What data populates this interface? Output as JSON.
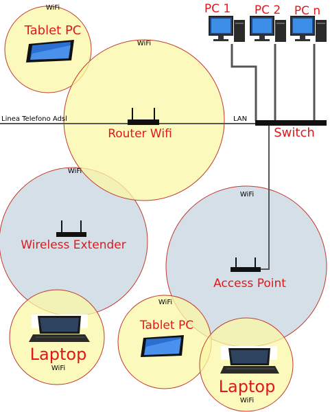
{
  "labels": {
    "router": "Router Wifi",
    "switch": "Switch",
    "pc1": "PC 1",
    "pc2": "PC 2",
    "pcn": "PC n",
    "line": "Linea Telefono Adsl",
    "lan": "LAN",
    "extender": "Wireless Extender",
    "access_point": "Access Point",
    "tablet1": "Tablet PC",
    "tablet2": "Tablet PC",
    "laptop1": "Laptop",
    "laptop2": "Laptop",
    "wifi": "WiFi"
  },
  "colors": {
    "yellow_fill": "#fbf7a6",
    "blue_fill": "#d3dde6",
    "circle_stroke": "#c0392b",
    "label_red": "#e0181b",
    "wire": "#555555",
    "device_black": "#111111"
  }
}
